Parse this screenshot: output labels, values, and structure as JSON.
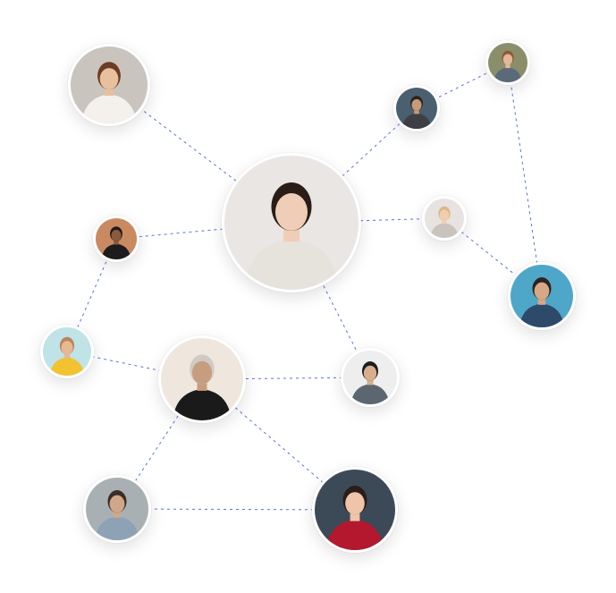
{
  "diagram": {
    "type": "social-network",
    "link_color": "#3b5bdb",
    "nodes": [
      {
        "id": "woman-long-hair-top-left",
        "icon": "person-avatar-photo",
        "bg": "#c9c4bd",
        "skin": "#e8c0a0",
        "hair": "#6b3d22",
        "cloth": "#f4f1ec"
      },
      {
        "id": "bearded-man-top",
        "icon": "person-avatar-photo",
        "bg": "#4a5f6f",
        "skin": "#c79a78",
        "hair": "#2a221c",
        "cloth": "#3d3f45"
      },
      {
        "id": "woman-top-right",
        "icon": "person-avatar-photo",
        "bg": "#8a8e6b",
        "skin": "#e2b79a",
        "hair": "#8b5a34",
        "cloth": "#5a6a7a"
      },
      {
        "id": "woman-center-smiling",
        "icon": "person-avatar-photo",
        "bg": "#e9e6e4",
        "skin": "#f0cdb6",
        "hair": "#2a1d18",
        "cloth": "#e6e2dc"
      },
      {
        "id": "man-hat-orange",
        "icon": "person-avatar-photo",
        "bg": "#c98a62",
        "skin": "#8a5a3e",
        "hair": "#1e1a18",
        "cloth": "#1c1c1c"
      },
      {
        "id": "blonde-woman-right",
        "icon": "person-avatar-photo",
        "bg": "#e6e3e0",
        "skin": "#f1cdb0",
        "hair": "#d7b983",
        "cloth": "#c9c3bd"
      },
      {
        "id": "man-denim-right",
        "icon": "person-avatar-photo",
        "bg": "#4ea7c9",
        "skin": "#d6a886",
        "hair": "#2b2420",
        "cloth": "#2e4a6a"
      },
      {
        "id": "woman-yellow-left",
        "icon": "person-avatar-photo",
        "bg": "#bfe3e6",
        "skin": "#e6b894",
        "hair": "#b9865a",
        "cloth": "#f2c230"
      },
      {
        "id": "man-bucket-hat-center",
        "icon": "person-avatar-photo",
        "bg": "#efe7de",
        "skin": "#c69d7f",
        "hair": "#cfcac4",
        "cloth": "#1a1a1a"
      },
      {
        "id": "man-cap-right",
        "icon": "person-avatar-photo",
        "bg": "#eeeeee",
        "skin": "#d8ae8e",
        "hair": "#1e1e1e",
        "cloth": "#5c6670"
      },
      {
        "id": "man-denim-jacket-bottom-left",
        "icon": "person-avatar-photo",
        "bg": "#a9b0b3",
        "skin": "#d2a789",
        "hair": "#3a2e26",
        "cloth": "#8ea2b6"
      },
      {
        "id": "woman-red-bottom",
        "icon": "person-avatar-photo",
        "bg": "#3c4a58",
        "skin": "#efc4a8",
        "hair": "#2b1d18",
        "cloth": "#b3182e"
      }
    ],
    "links": [
      [
        "woman-long-hair-top-left",
        "woman-center-smiling"
      ],
      [
        "woman-center-smiling",
        "bearded-man-top"
      ],
      [
        "bearded-man-top",
        "woman-top-right"
      ],
      [
        "woman-top-right",
        "man-denim-right"
      ],
      [
        "man-denim-right",
        "blonde-woman-right"
      ],
      [
        "blonde-woman-right",
        "woman-center-smiling"
      ],
      [
        "woman-center-smiling",
        "man-hat-orange"
      ],
      [
        "man-hat-orange",
        "woman-yellow-left"
      ],
      [
        "woman-yellow-left",
        "man-bucket-hat-center"
      ],
      [
        "man-bucket-hat-center",
        "man-cap-right"
      ],
      [
        "man-cap-right",
        "woman-center-smiling"
      ],
      [
        "man-bucket-hat-center",
        "man-denim-jacket-bottom-left"
      ],
      [
        "man-bucket-hat-center",
        "woman-red-bottom"
      ],
      [
        "man-denim-jacket-bottom-left",
        "woman-red-bottom"
      ]
    ]
  }
}
